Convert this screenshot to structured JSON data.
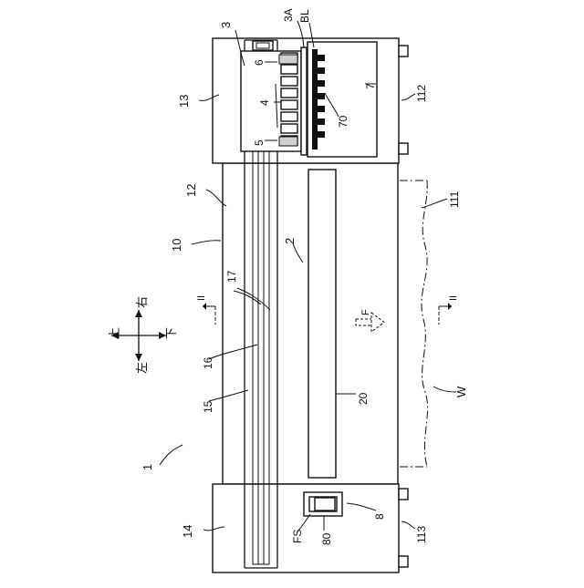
{
  "labels": {
    "ref_1": "1",
    "ref_2": "2",
    "ref_3": "3",
    "ref_3a": "3A",
    "ref_bl": "BL",
    "ref_4": "4",
    "ref_5": "5",
    "ref_6": "6",
    "ref_7": "7",
    "ref_8": "8",
    "ref_10": "10",
    "ref_12": "12",
    "ref_13": "13",
    "ref_14": "14",
    "ref_15": "15",
    "ref_16": "16",
    "ref_17": "17",
    "ref_20": "20",
    "ref_70": "70",
    "ref_80": "80",
    "ref_111": "111",
    "ref_112": "112",
    "ref_113": "113",
    "ref_fs": "FS",
    "ref_w": "W",
    "ref_f": "F",
    "section_left": "II",
    "section_right": "II",
    "dir_up": "上",
    "dir_down": "下",
    "dir_left": "左",
    "dir_right": "右"
  }
}
